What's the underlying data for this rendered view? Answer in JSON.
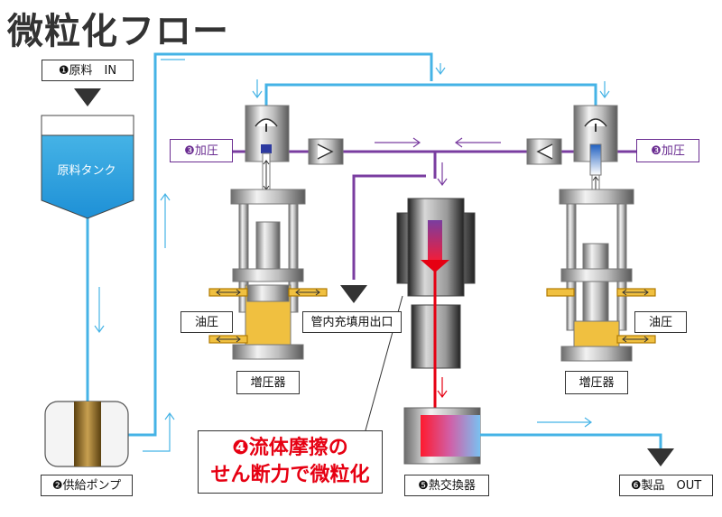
{
  "title": "微粒化フロー",
  "labels": {
    "raw_in": "❶原料　IN",
    "tank": "原料タンク",
    "pump": "❷供給ポンプ",
    "pressure_left": "❸加圧",
    "pressure_right": "❸加圧",
    "hydraulic_left": "油圧",
    "hydraulic_right": "油圧",
    "intensifier_left": "増圧器",
    "intensifier_right": "増圧器",
    "pipe_outlet": "管内充填用出口",
    "heat_exchanger": "❺熱交換器",
    "product_out": "❻製品　OUT",
    "callout_line1": "❹流体摩擦の",
    "callout_line2": "せん断力で微粒化"
  },
  "colors": {
    "feed_line": "#45b3e6",
    "pressure_line": "#7a3da0",
    "product_line": "#e60012",
    "oil": "#f0c040",
    "accent_text": "#e60012"
  }
}
